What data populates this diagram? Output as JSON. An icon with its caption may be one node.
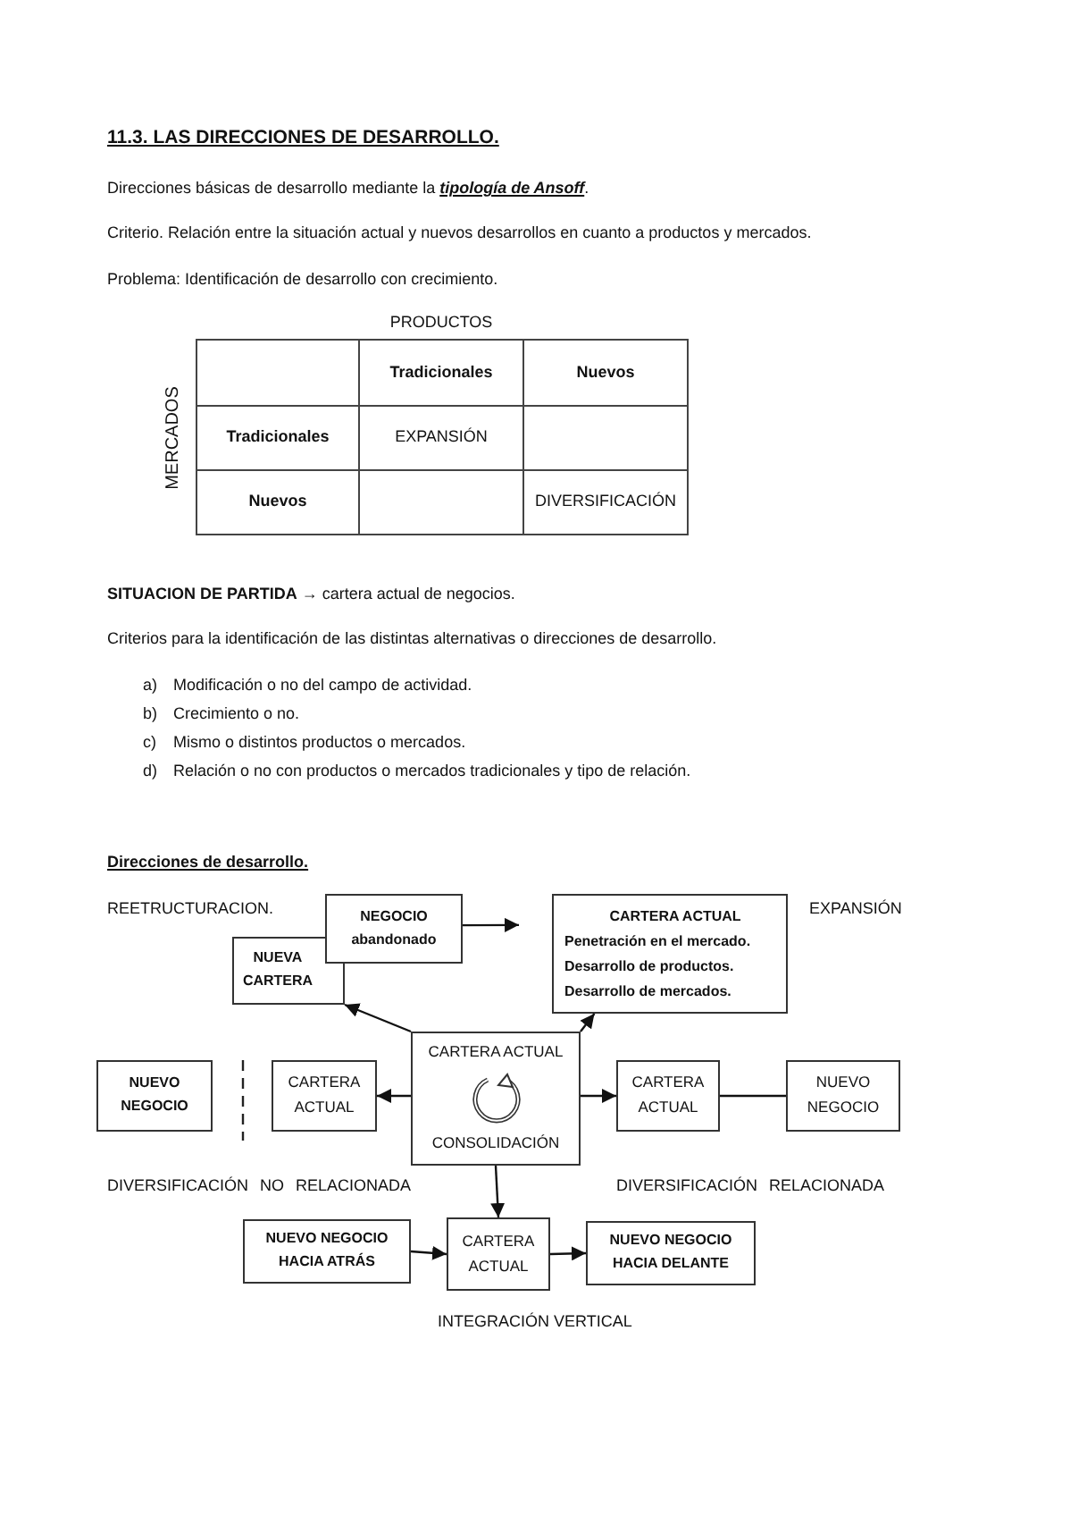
{
  "diagram": {
    "title": "11.3. LAS DIRECCIONES DE DESARROLLO.",
    "nodes": [
      {
        "text": [
          "NEGOCIO abandonado"
        ]
      },
      {
        "text": [
          "CARTERA ACTUAL",
          "Penetración en el mercado.",
          "Desarrollo de productos.",
          "Desarrollo de mercados."
        ]
      },
      {
        "text": [
          "NUEVA CARTERA"
        ]
      },
      {
        "text": [
          "CARTERA ACTUAL",
          "CONSOLIDACIÓN"
        ]
      },
      {
        "text": [
          "NUEVO NEGOCIO"
        ]
      },
      {
        "text": [
          "CARTERA ACTUAL"
        ]
      },
      {
        "text": [
          "CARTERA ACTUAL"
        ]
      },
      {
        "text": [
          "NUEVO NEGOCIO"
        ]
      },
      {
        "text": [
          "NUEVO NEGOCIO HACIA ATRÁS"
        ]
      },
      {
        "text": [
          "CARTERA ACTUAL"
        ]
      },
      {
        "text": [
          "NUEVO NEGOCIO HACIA DELANTE"
        ]
      }
    ],
    "edges": [
      {
        "from": 0,
        "to": 1,
        "arrow": "to"
      },
      {
        "from": 3,
        "to": 2,
        "arrow": "to"
      },
      {
        "from": 3,
        "to": 1,
        "arrow": "to"
      },
      {
        "from": 3,
        "to": 5,
        "arrow": "to"
      },
      {
        "from": 3,
        "to": 6,
        "arrow": "to"
      },
      {
        "from": 6,
        "to": 7,
        "arrow": "none"
      },
      {
        "from": 3,
        "to": 9,
        "arrow": "to"
      },
      {
        "from": 8,
        "to": 9,
        "arrow": "to"
      },
      {
        "from": 9,
        "to": 10,
        "arrow": "to"
      }
    ],
    "labels": [
      "Direcciones básicas de desarrollo mediante la **tipología de Ansoff**.",
      "Criterio. Relación entre la situación actual y nuevos desarrollos en cuanto a productos y mercados.",
      "Problema: Identificación de desarrollo con crecimiento.",
      "PRODUCTOS",
      "MERCADOS",
      "Tradicionales",
      "Nuevos",
      "Tradicionales",
      "EXPANSIÓN",
      "Nuevos",
      "DIVERSIFICACIÓN",
      "**SITUACION DE PARTIDA** → cartera actual de negocios.",
      "Criterios para la identificación de las distintas alternativas o direcciones de desarrollo.",
      "a)",
      "Modificación o no del campo de actividad.",
      "b)",
      "Crecimiento o no.",
      "c)",
      "Mismo o distintos productos o mercados.",
      "d)",
      "Relación o no con productos o mercados tradicionales y tipo de relación.",
      "Direcciones de desarrollo.",
      "REETRUCTURACION.",
      "EXPANSIÓN",
      "DIVERSIFICACIÓN NO RELACIONADA",
      "DIVERSIFICACIÓN RELACIONADA",
      "INTEGRACIÓN VERTICAL"
    ]
  }
}
